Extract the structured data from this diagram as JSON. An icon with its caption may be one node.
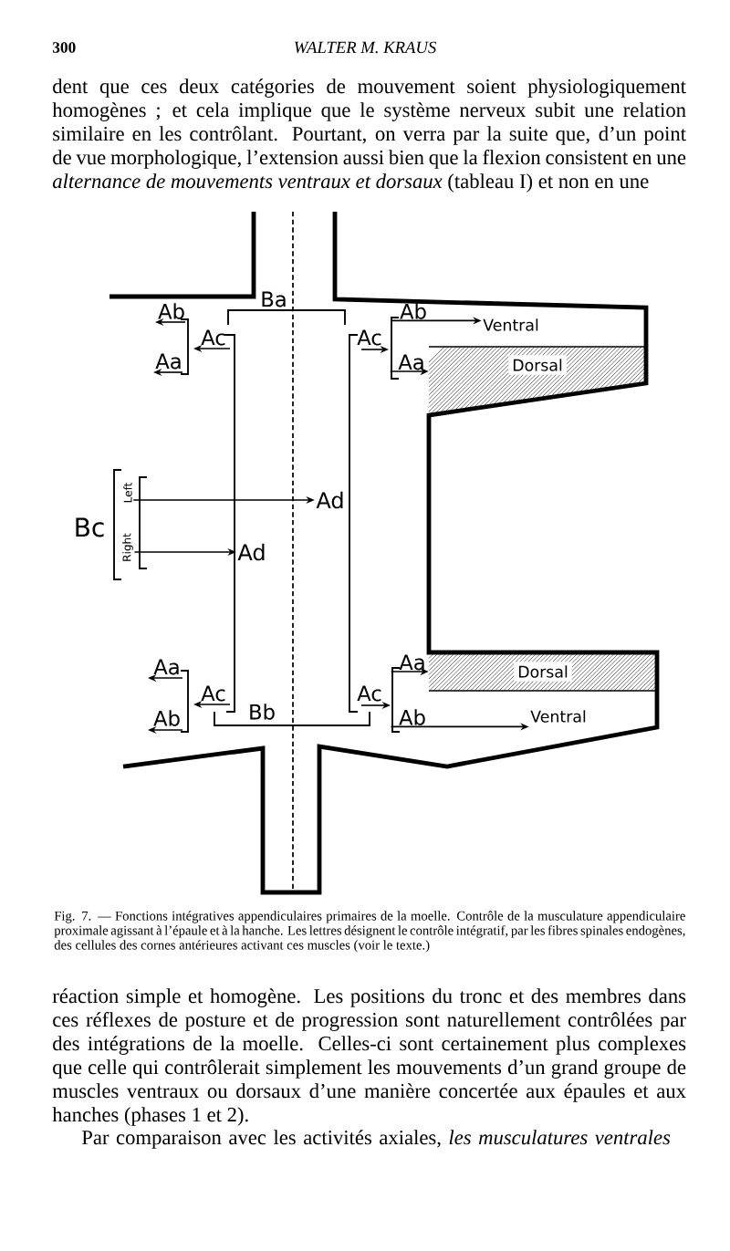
{
  "diagram": {
    "caption": "Fig. 7. — Fonctions intégratives appendiculaires primaires de la moelle. Contrôle de la musculature appendiculaire proximale agissant à l’épaule et à la hanche. Les lettres désignent le contrôle intégratif, par les fibres spinales endogènes, des cellules des cornes antérieures activant ces muscles (voir le texte.)",
    "nodes": [
      {
        "text": [
          "Ab"
        ]
      },
      {
        "text": [
          "Ventral"
        ]
      },
      {
        "text": [
          "Aa"
        ]
      },
      {
        "text": [
          "Dorsal"
        ]
      },
      {
        "text": [
          "Left"
        ]
      },
      {
        "text": [
          "Ad"
        ]
      },
      {
        "text": [
          "Right"
        ]
      },
      {
        "text": [
          "Ad"
        ]
      },
      {
        "text": [
          "Aa"
        ]
      },
      {
        "text": [
          "Dorsal"
        ]
      },
      {
        "text": [
          "Ab"
        ]
      },
      {
        "text": [
          "Ventral"
        ]
      }
    ],
    "edges": [
      {
        "from": 0,
        "to": 1,
        "arrow": "to"
      },
      {
        "from": 2,
        "to": 3,
        "arrow": "to"
      },
      {
        "from": 4,
        "to": 5,
        "arrow": "to"
      },
      {
        "from": 6,
        "to": 7,
        "arrow": "to"
      },
      {
        "from": 8,
        "to": 9,
        "arrow": "to"
      },
      {
        "from": 10,
        "to": 11,
        "arrow": "to"
      }
    ],
    "labels": [
      "300",
      "WALTER M. KRAUS",
      "dent que ces deux catégories de mouvement soient physiologiquement homogènes ; et cela implique que le système nerveux subit une relation similaire en les contrôlant. Pourtant, on verra par la suite que, d’un point de vue morphologique, l’extension aussi bien que la flexion consistent en une *alternance de mouvements ventraux et dorsaux* (tableau I) et non en une",
      "Ba",
      "Ab",
      "Ac",
      "Aa",
      "Ac",
      "Bc",
      "Aa",
      "Ac",
      "Ab",
      "Bb",
      "Ac",
      "réaction simple et homogène. Les positions du tronc et des membres dans ces réflexes de posture et de progression sont naturellement contrôlées par des intégrations de la moelle. Celles-ci sont certainement plus complexes que celle qui contrôlerait simplement les mouvements d’un grand groupe de muscles ventraux ou dorsaux d’une manière concertée aux épaules et aux hanches (phases 1 et 2).",
      "Par comparaison avec les activités axiales, *les musculatures ventrales*"
    ]
  }
}
